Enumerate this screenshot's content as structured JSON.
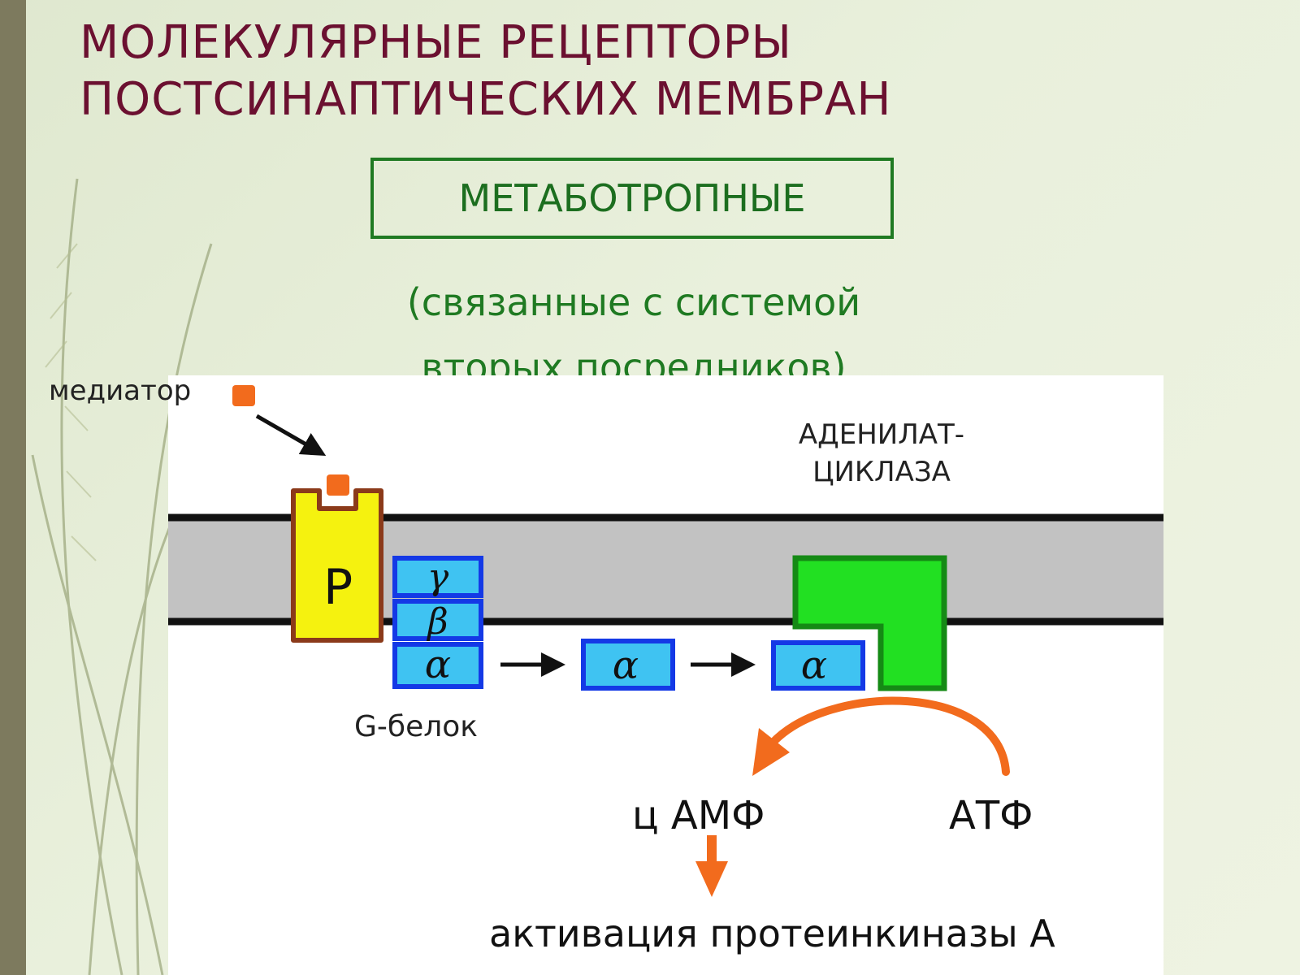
{
  "slide": {
    "title_line1": "МОЛЕКУЛЯРНЫЕ РЕЦЕПТОРЫ",
    "title_line2": "ПОСТСИНАПТИЧЕСКИХ МЕМБРАН",
    "receptor_type": "МЕТАБОТРОПНЫЕ",
    "subtitle_line1": "(связанные с системой",
    "subtitle_line2": "вторых посредников)"
  },
  "diagram": {
    "mediator_label": "медиатор",
    "receptor_label": "P",
    "adenylate_line1": "АДЕНИЛАТ-",
    "adenylate_line2": "ЦИКЛАЗА",
    "g_protein_label": "G-белок",
    "subunit_gamma": "γ",
    "subunit_beta": "β",
    "subunit_alpha": "α",
    "camp_label": "ц АМФ",
    "atp_label": "АТФ",
    "result_label": "активация протеинкиназы А"
  },
  "colors": {
    "title": "#6b1030",
    "accent_green": "#1f7a22",
    "mediator": "#f26b1d",
    "receptor_fill": "#f5f20f",
    "receptor_border": "#8b3a1a",
    "gprotein_fill": "#3fc3f2",
    "gprotein_border": "#1439e6",
    "cyclase": "#22e022",
    "membrane": "#c2c2c2",
    "arrow_orange": "#f26b1d"
  }
}
